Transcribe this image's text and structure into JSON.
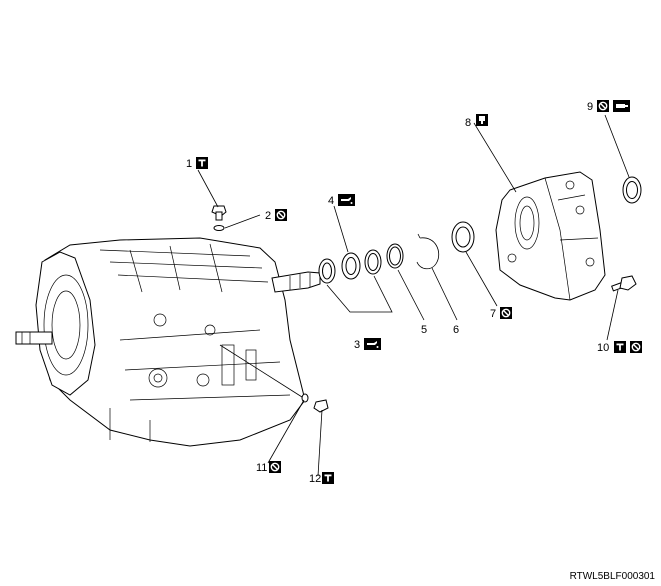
{
  "callouts": {
    "c1": "1",
    "c2": "2",
    "c3": "3",
    "c4": "4",
    "c5": "5",
    "c6": "6",
    "c7": "7",
    "c8": "8",
    "c9": "9",
    "c10": "10",
    "c11": "11",
    "c12": "12"
  },
  "icons": {
    "torque": "torque-icon",
    "no_reuse": "no-reuse-icon",
    "oil": "oil-icon",
    "grease": "grease-icon",
    "sealant": "sealant-icon"
  },
  "document_code": "RTWL5BLF000301"
}
